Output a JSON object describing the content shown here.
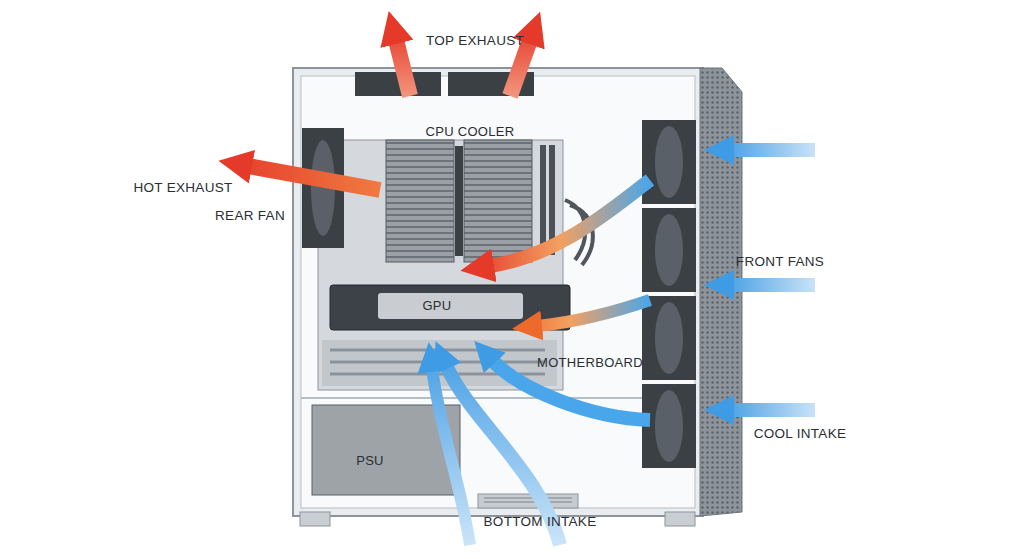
{
  "diagram": {
    "nodes": [
      {
        "text": [
          "MOTHERBOARD"
        ]
      },
      {
        "text": [
          "CPU COOLER"
        ],
        "in": 0
      },
      {
        "text": [
          "GPU"
        ],
        "in": 0
      },
      {
        "text": [
          "PSU"
        ]
      }
    ],
    "labels": [
      "TOP EXHAUST",
      "HOT EXHAUST",
      "REAR FAN",
      "FRONT FANS",
      "COOL INTAKE",
      "BOTTOM INTAKE"
    ]
  }
}
